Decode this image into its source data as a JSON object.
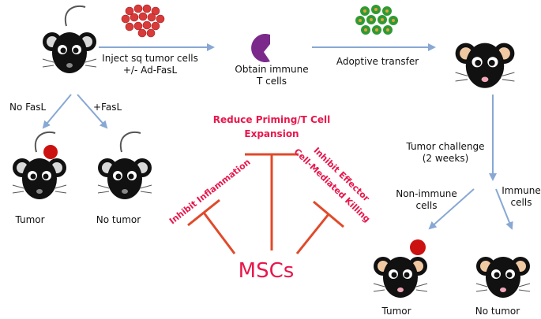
{
  "labels": {
    "inject_line1": "Inject sq tumor cells",
    "inject_line2": "+/- Ad-FasL",
    "obtain_line1": "Obtain immune",
    "obtain_line2": "T cells",
    "adoptive": "Adoptive transfer",
    "no_fasl": "No FasL",
    "plus_fasl": "+FasL",
    "tumor_left": "Tumor",
    "no_tumor_left": "No tumor",
    "challenge_line1": "Tumor challenge",
    "challenge_line2": "(2 weeks)",
    "nonimmune_line1": "Non-immune",
    "nonimmune_line2": "cells",
    "immune_line1": "Immune",
    "immune_line2": "cells",
    "tumor_right": "Tumor",
    "no_tumor_right": "No tumor"
  },
  "inhibitions": {
    "priming_line1": "Reduce Priming/T Cell",
    "priming_line2": "Expansion",
    "inflammation": "Inhibit Inflammation",
    "effector_line1": "Inhibit Effector",
    "effector_line2": "Cell-Mediated Killing",
    "center": "MSCs"
  },
  "colors": {
    "arrow": "#88a8d4",
    "inhibit": "#e04a2a",
    "accent_text": "#e8174b",
    "tumor_cells": "#d93a3a",
    "immune_cells": "#2e9a34",
    "tcell": "#7b2a8c",
    "mouse_body": "#111111",
    "mouse_ear_inner": "#f0c9a3"
  }
}
